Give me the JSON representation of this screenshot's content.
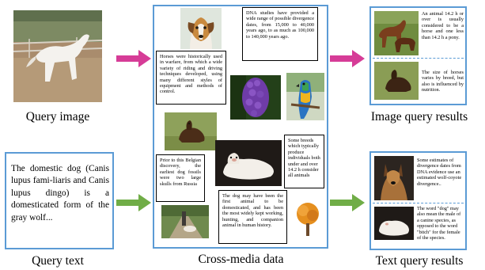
{
  "colors": {
    "panel_border": "#5b9bd5",
    "arrow_image": "#d63c97",
    "arrow_text": "#70ad47"
  },
  "captions": {
    "query_image": "Query image",
    "query_text_label": "Query text",
    "cross_media": "Cross-media data",
    "image_results": "Image query results",
    "text_results": "Text query results"
  },
  "query_text": {
    "body": "The domestic dog (Canis lupus fami-liaris and Canis lupus dingo) is a domesticated form of the gray wolf..."
  },
  "cross_media": {
    "dna_text": "DNA studies have provided a wide range of possible divergence dates, from 15,000 to 40,000 years ago, to as much as 100,000 to 140,000 years ago.",
    "horses_text": "Horses were historically used in warfare, from which a wide variety of riding and driving techniques developed, using many different styles of equipment and methods of control.",
    "breeds_text": "Some breeds which typically produce individuals both under and over 14.2 h consider all animals",
    "belgian_text": "Prior to this Belgian discovery, the earliest dog fossils were two large skulls from Russia",
    "firstdog_text": "The dog may have been the first animal to be domesticated, and has been the most widely kept working, hunting, and companion animal in human history."
  },
  "image_results": {
    "result1_text": "An animal 14.2 h or over is usually considered to be a horse and one less than 14.2 h a pony.",
    "result2_text": "The size of horses varies by breed, but also is influenced by nutrition."
  },
  "text_results": {
    "result1_text": "Some estimates of divergence dates from DNA evidence use an estimated wolf-coyote divergence..",
    "result2_text": "The word \"dog\" may also mean the male of a canine species, as opposed to the word \"bitch\" for the female of the species."
  }
}
